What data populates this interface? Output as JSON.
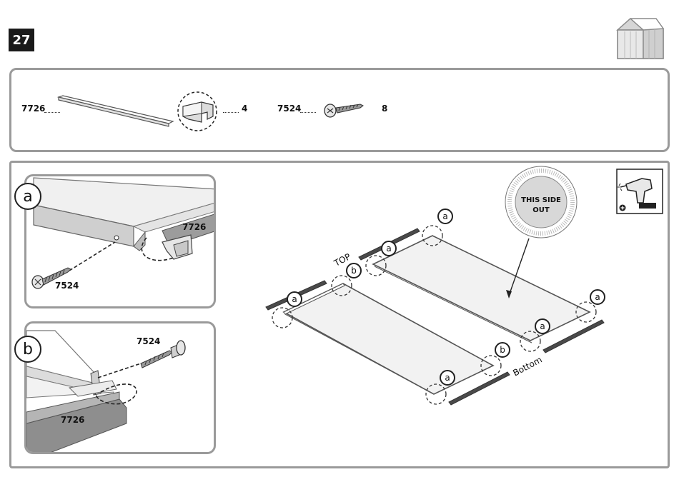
{
  "step_number": "27",
  "icons": {
    "shed": "shed-icon",
    "drill": "drill-icon",
    "plus": "plus-icon"
  },
  "parts": [
    {
      "part_number": "7726",
      "quantity": "4"
    },
    {
      "part_number": "7524",
      "quantity": "8"
    }
  ],
  "detail_a": {
    "letter": "a",
    "part_label": "7726",
    "screw_label": "7524"
  },
  "detail_b": {
    "letter": "b",
    "part_label": "7726",
    "screw_label": "7524"
  },
  "main_diagram": {
    "callout_text_line1": "THIS SIDE",
    "callout_text_line2": "OUT",
    "label_top": "TOP",
    "label_bottom": "Bottom",
    "callout_letter_a": "a",
    "callout_letter_b": "b"
  },
  "colors": {
    "panel_border": "#9a9a9a",
    "badge": "#1a1a1a",
    "rail_dark": "#4a4a4a",
    "panel_fill": "#f2f2f2"
  }
}
